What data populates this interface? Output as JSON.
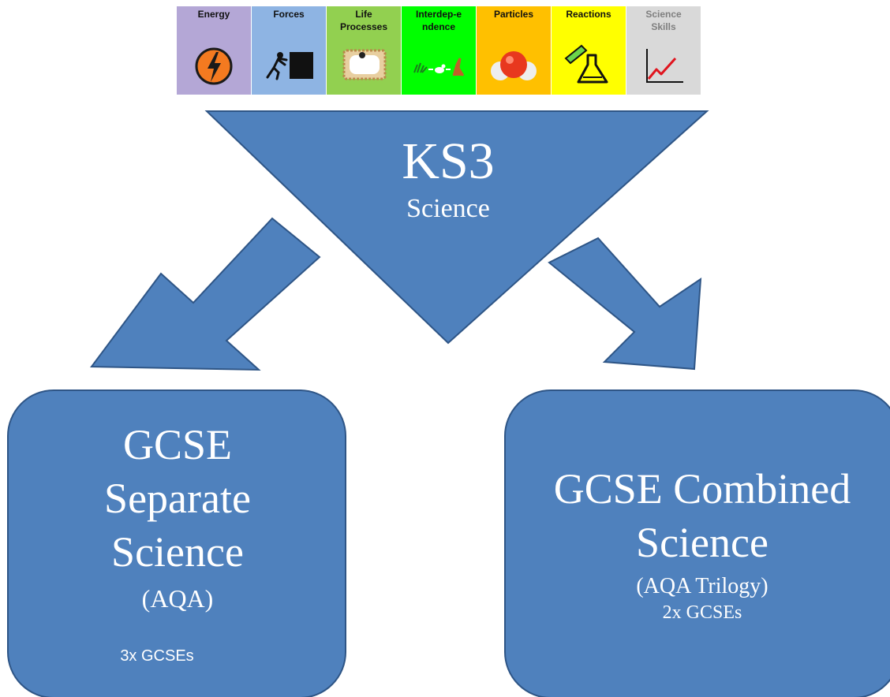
{
  "topic_strip": {
    "cells": [
      {
        "label": "Energy",
        "color": "#b4a7d6",
        "icon": "lightning-bolt-icon"
      },
      {
        "label": "Forces",
        "color": "#8eb4e3",
        "icon": "person-pushing-block-icon"
      },
      {
        "label": "Life\nProcesses",
        "color": "#92d050",
        "icon": "cell-icon"
      },
      {
        "label": "Interdep-e\nndence",
        "color": "#00ff00",
        "icon": "food-chain-icon"
      },
      {
        "label": "Particles",
        "color": "#ffc000",
        "icon": "molecule-icon"
      },
      {
        "label": "Reactions",
        "color": "#ffff00",
        "icon": "flask-icon"
      },
      {
        "label": "Science\nSkills",
        "color": "#d9d9d9",
        "label_color": "#7f7f7f",
        "icon": "graph-icon"
      }
    ]
  },
  "ks3": {
    "title": "KS3",
    "subtitle": "Science"
  },
  "separate": {
    "line1": "GCSE",
    "line2": "Separate",
    "line3": "Science",
    "board": "(AQA)",
    "count": "3x GCSEs"
  },
  "combined": {
    "line1": "GCSE Combined",
    "line2": "Science",
    "board": "(AQA Trilogy)",
    "count": "2x GCSEs"
  },
  "colors": {
    "shape_fill": "#4f81bd",
    "shape_stroke": "#2e5586",
    "text": "#ffffff"
  }
}
